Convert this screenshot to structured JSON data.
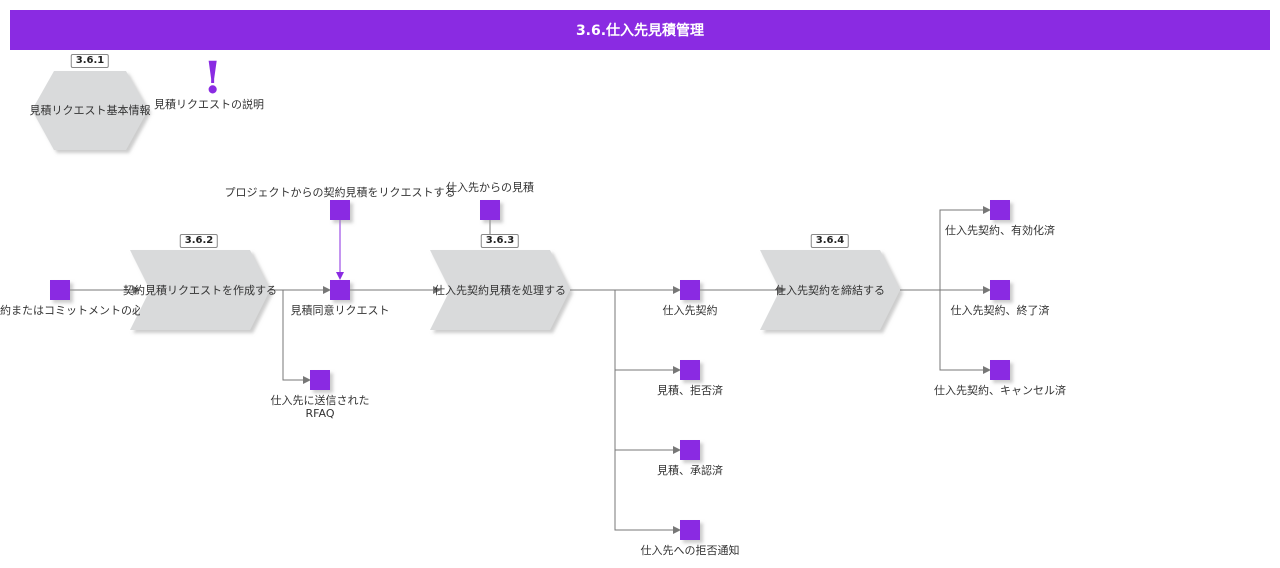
{
  "title": "3.6.仕入先見積管理",
  "colors": {
    "accent": "#8a2be2",
    "shape_fill": "#d9dadb",
    "connector": "#777777"
  },
  "header_nodes": {
    "basic_info": {
      "badge": "3.6.1",
      "label": "見積リクエスト基本情報"
    },
    "description": {
      "icon": "exclamation-icon",
      "label": "見積リクエストの説明"
    }
  },
  "processes": {
    "create_rfq": {
      "badge": "3.6.2",
      "label": "契約見積リクエストを作成する"
    },
    "process_quote": {
      "badge": "3.6.3",
      "label": "仕入先契約見積を処理する"
    },
    "conclude_contract": {
      "badge": "3.6.4",
      "label": "仕入先契約を締結する"
    }
  },
  "events": {
    "contract_need": "約またはコミットメントの必",
    "project_request": "プロジェクトからの契約見積をリクエストする",
    "quote_agree_request": "見積同意リクエスト",
    "rfaq_sent_line1": "仕入先に送信された",
    "rfaq_sent_line2": "RFAQ",
    "vendor_quote": "仕入先からの見積",
    "vendor_contract": "仕入先契約",
    "quote_rejected": "見積、拒否済",
    "quote_approved": "見積、承認済",
    "reject_notice": "仕入先への拒否通知",
    "contract_active": "仕入先契約、有効化済",
    "contract_ended": "仕入先契約、終了済",
    "contract_cancelled": "仕入先契約、キャンセル済"
  }
}
